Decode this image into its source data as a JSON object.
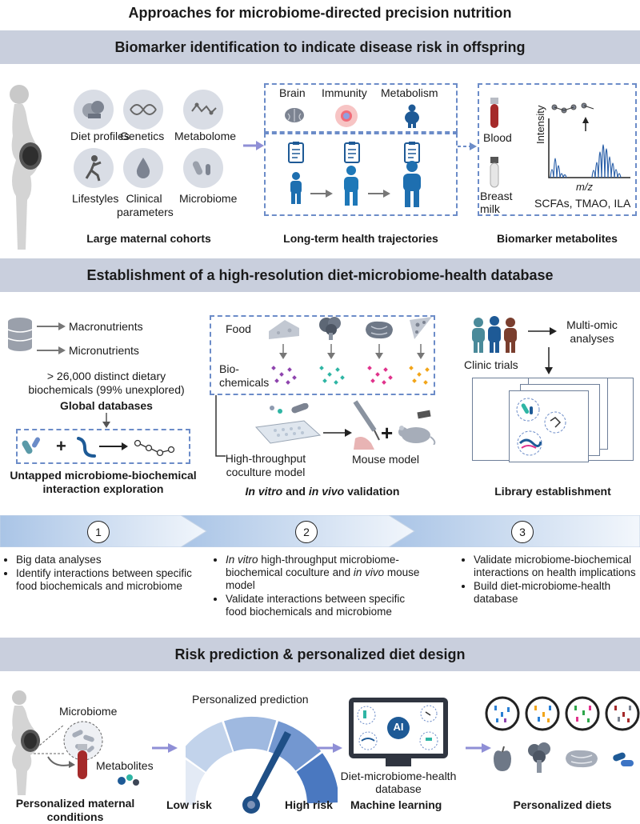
{
  "title": "Approaches for microbiome-directed precision nutrition",
  "sections": {
    "s1": "Biomarker identification to indicate disease risk in offspring",
    "s2": "Establishment of a high-resolution diet-microbiome-health database",
    "s3": "Risk prediction & personalized diet design"
  },
  "cohorts": {
    "items": [
      "Diet profiles",
      "Genetics",
      "Metabolome",
      "Lifestyles",
      "Clinical parameters",
      "Microbiome"
    ],
    "caption": "Large maternal cohorts"
  },
  "trajectories": {
    "domains": [
      "Brain",
      "Immunity",
      "Metabolism"
    ],
    "caption": "Long-term health trajectories"
  },
  "biomarkers": {
    "samples": [
      "Blood",
      "Breast milk"
    ],
    "y_axis": "Intensity",
    "x_axis": "m/z",
    "metabolites": "SCFAs, TMAO, ILA",
    "caption": "Biomarker metabolites"
  },
  "global_db": {
    "items": [
      "Macronutrients",
      "Micronutrients"
    ],
    "stat": "> 26,000 distinct dietary biochemicals (99% unexplored)",
    "caption": "Global databases",
    "interaction_caption": "Untapped microbiome-biochemical interaction exploration"
  },
  "validation": {
    "row_food": "Food",
    "row_biochem": "Bio-chemicals",
    "coculture": "High-throughput coculture model",
    "mouse": "Mouse model",
    "caption_i1": "In vitro",
    "caption_and": " and ",
    "caption_i2": "in vivo",
    "caption_end": " validation"
  },
  "library": {
    "trials": "Clinic trials",
    "omics": "Multi-omic analyses",
    "caption": "Library establishment"
  },
  "steps": [
    {
      "num": "1",
      "bullets": [
        "Big data analyses",
        "Identify interactions between specific food biochemicals and microbiome"
      ]
    },
    {
      "num": "2",
      "b1_i1": "In vitro",
      "b1_mid": " high-throughput microbiome-biochemical coculture and ",
      "b1_i2": "in vivo",
      "b1_end": " mouse model",
      "b2": "Validate interactions between specific food biochemicals and microbiome"
    },
    {
      "num": "3",
      "bullets": [
        "Validate microbiome-biochemical interactions on health implications",
        "Build diet-microbiome-health database"
      ]
    }
  ],
  "prediction": {
    "microbiome": "Microbiome",
    "metabolites": "Metabolites",
    "maternal_caption": "Personalized maternal conditions",
    "gauge_title": "Personalized prediction",
    "low": "Low risk",
    "high": "High risk",
    "ai": "AI",
    "db_label": "Diet-microbiome-health database",
    "ml_caption": "Machine learning",
    "diets_caption": "Personalized diets"
  },
  "colors": {
    "band": "#c9cfdd",
    "arrow": "#8f8fd6",
    "dash": "#6c8cc8",
    "person": "#1e6fb0"
  }
}
